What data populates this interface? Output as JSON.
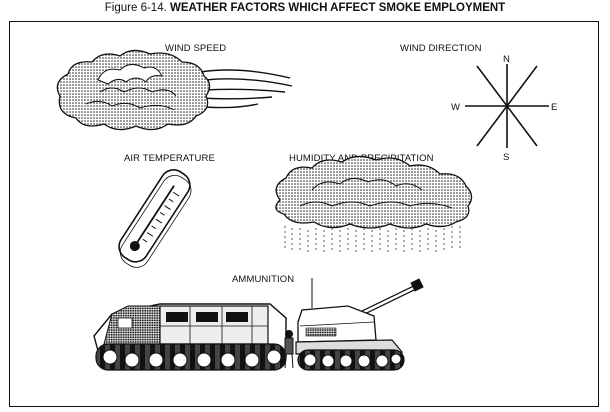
{
  "figure": {
    "number": "Figure 6-14.",
    "title": "WEATHER FACTORS WHICH AFFECT SMOKE EMPLOYMENT"
  },
  "labels": {
    "wind_speed": "WIND SPEED",
    "wind_direction": "WIND DIRECTION",
    "air_temperature": "AIR TEMPERATURE",
    "humidity_precipitation": "HUMIDITY AND PRECIPITATION",
    "ammunition": "AMMUNITION"
  },
  "compass": {
    "north": "N",
    "south": "S",
    "east": "E",
    "west": "W"
  },
  "colors": {
    "ink": "#111111",
    "background": "#ffffff"
  }
}
